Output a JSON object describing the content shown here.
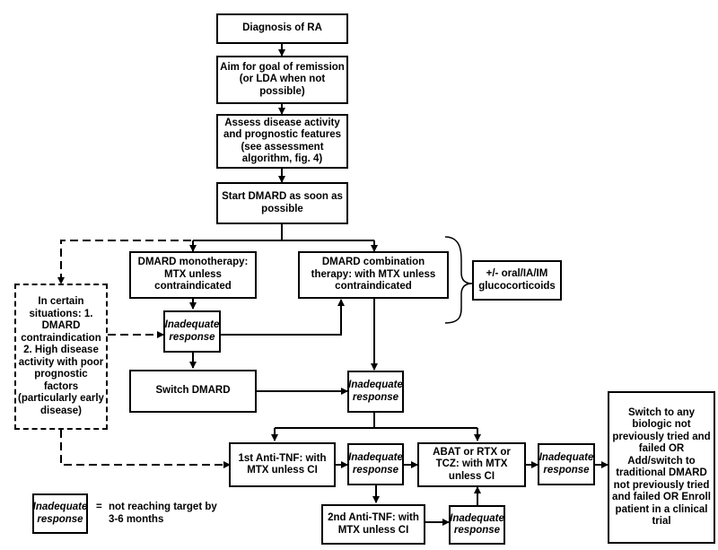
{
  "boxes": {
    "diagnosis": "Diagnosis of RA",
    "aim": "Aim for goal of remission (or LDA when not possible)",
    "assess": "Assess disease activity and prognostic features (see assessment algorithm, fig. 4)",
    "start_dmard": "Start DMARD as soon as possible",
    "mono": "DMARD monotherapy: MTX unless contraindicated",
    "combo": "DMARD combination therapy: with MTX unless contraindicated",
    "gluco": "+/- oral/IA/IM glucocorticoids",
    "certain": "In certain situations: 1. DMARD contraindication 2. High disease activity with poor prognostic factors (particularly early disease)",
    "inadequate": "Inadequate response",
    "switch_dmard": "Switch DMARD",
    "anti_tnf1": "1st Anti-TNF: with MTX unless CI",
    "abat": "ABAT or RTX or TCZ: with MTX unless CI",
    "anti_tnf2": "2nd Anti-TNF: with MTX unless CI",
    "switch_any": "Switch to any biologic not previously tried and failed OR Add/switch to traditional DMARD not previously tried and failed OR Enroll patient in a clinical trial"
  },
  "legend": {
    "box_label": "Inadequate response",
    "equals": "=",
    "definition": "not reaching target by 3-6 months"
  }
}
